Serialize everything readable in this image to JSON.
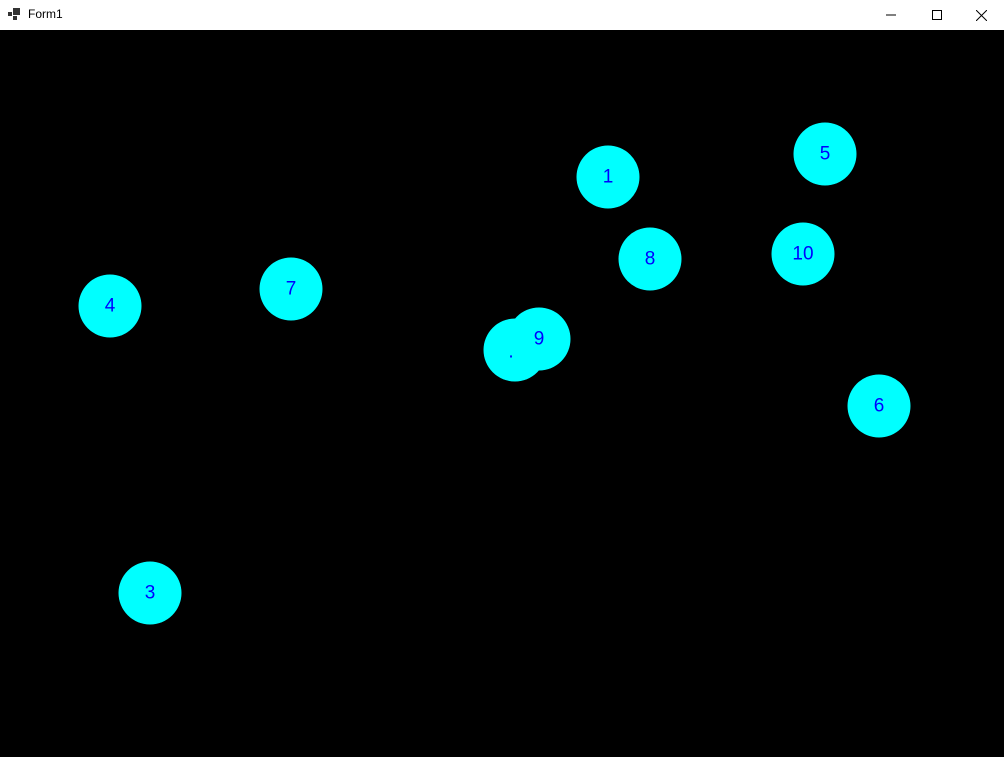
{
  "window": {
    "title": "Form1"
  },
  "colors": {
    "background": "#000000",
    "node_fill": "#00ffff",
    "node_text": "#0000ff"
  },
  "nodes": [
    {
      "label": "1"
    },
    {
      "label": "5"
    },
    {
      "label": "8"
    },
    {
      "label": "10"
    },
    {
      "label": "7"
    },
    {
      "label": "4"
    },
    {
      "label": "."
    },
    {
      "label": "9"
    },
    {
      "label": "6"
    },
    {
      "label": "3"
    }
  ]
}
